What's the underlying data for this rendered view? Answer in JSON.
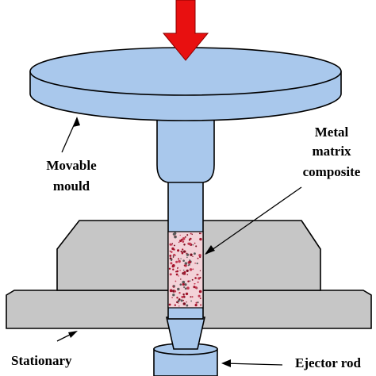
{
  "labels": {
    "movable_line1": "Movable",
    "movable_line2": "mould",
    "composite_line1": "Metal",
    "composite_line2": "matrix",
    "composite_line3": "composite",
    "stationary": "Stationary",
    "ejector_rod": "Ejector rod"
  },
  "colors": {
    "mould_fill": "#a9c8ec",
    "stationary_fill": "#c6c6c6",
    "outline": "#000000",
    "press_arrow": "#e81010",
    "composite_speckle": "#a3122a",
    "composite_fill": "#f3d2d8"
  }
}
